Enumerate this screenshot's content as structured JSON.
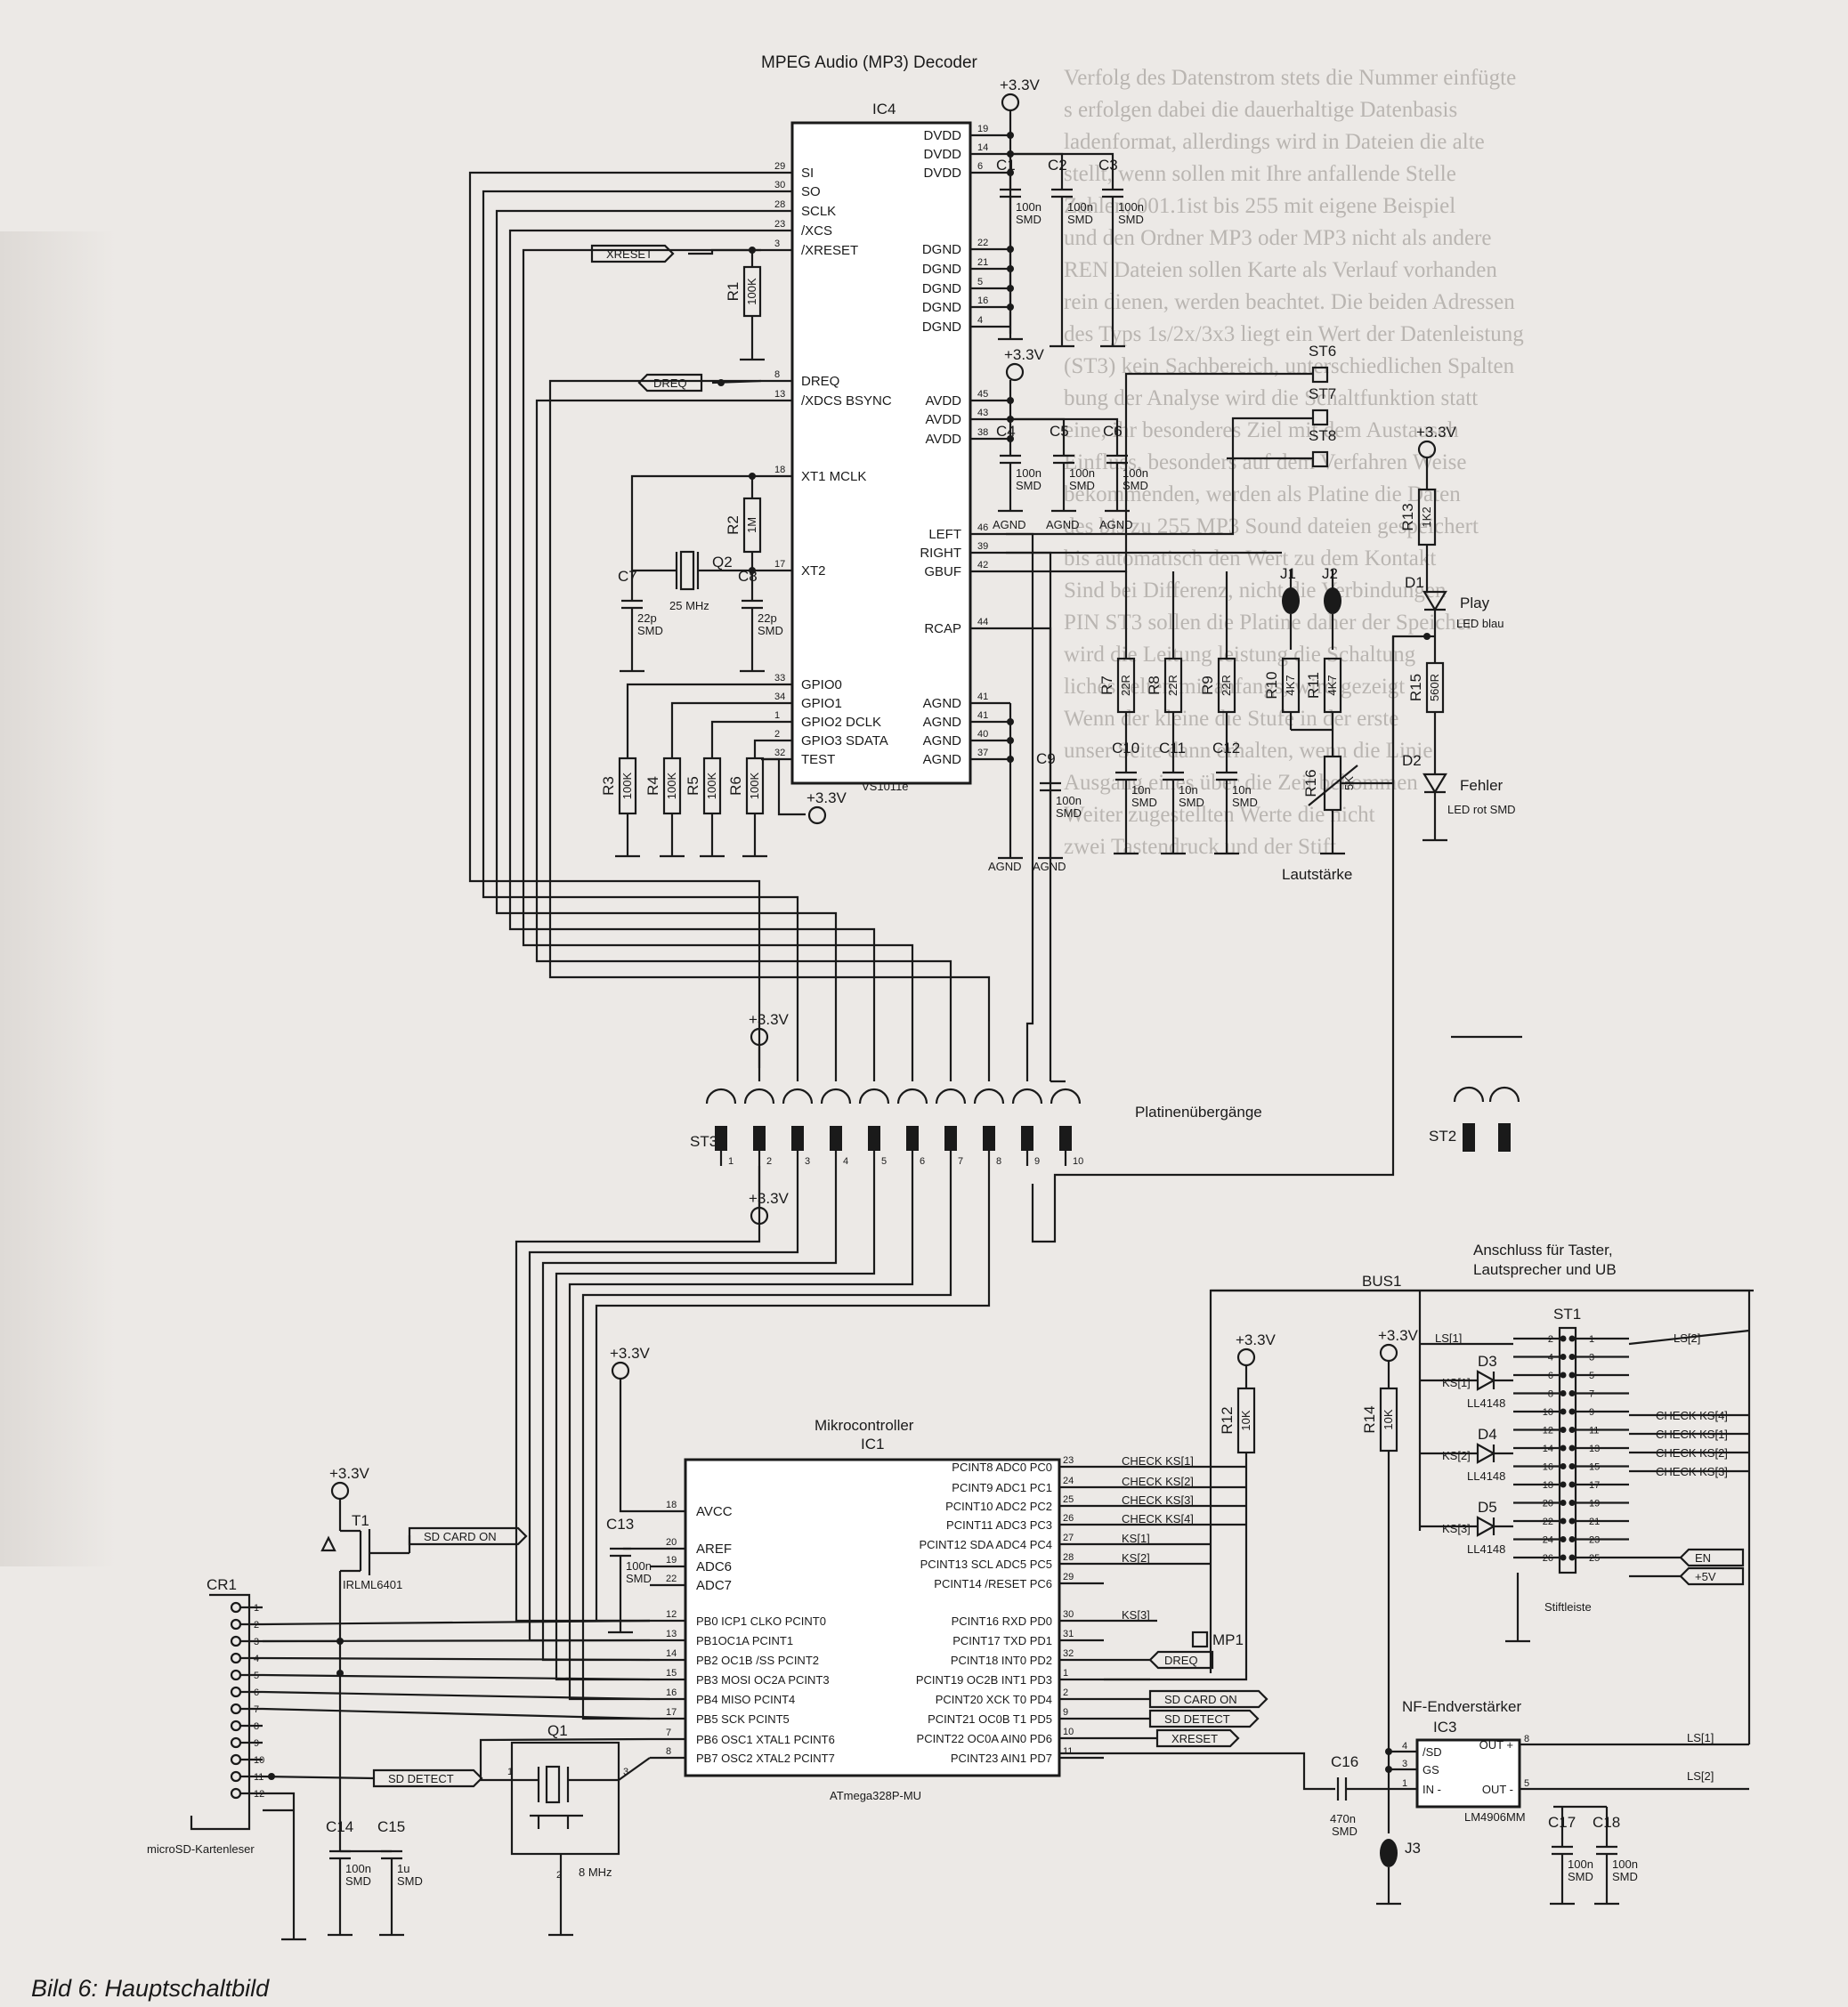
{
  "title": "MPEG Audio (MP3) Decoder",
  "caption": "Bild 6: Hauptschaltbild",
  "supply": "+3.3V",
  "ic4": {
    "ref": "IC4",
    "part": "VS1011e",
    "left_pins": [
      {
        "num": "29",
        "name": "SI"
      },
      {
        "num": "30",
        "name": "SO"
      },
      {
        "num": "28",
        "name": "SCLK"
      },
      {
        "num": "23",
        "name": "/XCS"
      },
      {
        "num": "3",
        "name": "/XRESET"
      },
      {
        "num": "8",
        "name": "DREQ"
      },
      {
        "num": "13",
        "name": "/XDCS  BSYNC"
      },
      {
        "num": "18",
        "name": "XT1  MCLK"
      },
      {
        "num": "17",
        "name": "XT2"
      },
      {
        "num": "33",
        "name": "GPIO0"
      },
      {
        "num": "34",
        "name": "GPIO1"
      },
      {
        "num": "1",
        "name": "GPIO2  DCLK"
      },
      {
        "num": "2",
        "name": "GPIO3  SDATA"
      },
      {
        "num": "32",
        "name": "TEST"
      }
    ],
    "right_pins": [
      {
        "num": "19",
        "name": "DVDD"
      },
      {
        "num": "14",
        "name": "DVDD"
      },
      {
        "num": "6",
        "name": "DVDD"
      },
      {
        "num": "22",
        "name": "DGND"
      },
      {
        "num": "21",
        "name": "DGND"
      },
      {
        "num": "5",
        "name": "DGND"
      },
      {
        "num": "16",
        "name": "DGND"
      },
      {
        "num": "4",
        "name": "DGND"
      },
      {
        "num": "45",
        "name": "AVDD"
      },
      {
        "num": "43",
        "name": "AVDD"
      },
      {
        "num": "38",
        "name": "AVDD"
      },
      {
        "num": "46",
        "name": "LEFT"
      },
      {
        "num": "39",
        "name": "RIGHT"
      },
      {
        "num": "42",
        "name": "GBUF"
      },
      {
        "num": "44",
        "name": "RCAP"
      },
      {
        "num": "41",
        "name": "AGND"
      },
      {
        "num": "41",
        "name": "AGND"
      },
      {
        "num": "40",
        "name": "AGND"
      },
      {
        "num": "37",
        "name": "AGND"
      }
    ]
  },
  "ic1": {
    "title": "Mikrocontroller",
    "ref": "IC1",
    "part": "ATmega328P-MU",
    "left_pins": [
      {
        "num": "18",
        "name": "AVCC"
      },
      {
        "num": "20",
        "name": "AREF"
      },
      {
        "num": "19",
        "name": "ADC6"
      },
      {
        "num": "22",
        "name": "ADC7"
      },
      {
        "num": "12",
        "name": "PB0 ICP1 CLKO PCINT0"
      },
      {
        "num": "13",
        "name": "PB1OC1A PCINT1"
      },
      {
        "num": "14",
        "name": "PB2 OC1B /SS  PCINT2"
      },
      {
        "num": "15",
        "name": "PB3 MOSI OC2A PCINT3"
      },
      {
        "num": "16",
        "name": "PB4 MISO PCINT4"
      },
      {
        "num": "17",
        "name": "PB5 SCK PCINT5"
      },
      {
        "num": "7",
        "name": "PB6 OSC1 XTAL1 PCINT6"
      },
      {
        "num": "8",
        "name": "PB7 OSC2 XTAL2 PCINT7"
      }
    ],
    "right_pins": [
      {
        "num": "23",
        "name": "PCINT8 ADC0 PC0"
      },
      {
        "num": "24",
        "name": "PCINT9 ADC1 PC1"
      },
      {
        "num": "25",
        "name": "PCINT10 ADC2 PC2"
      },
      {
        "num": "26",
        "name": "PCINT11 ADC3 PC3"
      },
      {
        "num": "27",
        "name": "PCINT12 SDA ADC4 PC4"
      },
      {
        "num": "28",
        "name": "PCINT13 SCL ADC5 PC5"
      },
      {
        "num": "29",
        "name": "PCINT14 /RESET PC6"
      },
      {
        "num": "30",
        "name": "PCINT16 RXD PD0"
      },
      {
        "num": "31",
        "name": "PCINT17 TXD PD1"
      },
      {
        "num": "32",
        "name": "PCINT18 INT0 PD2"
      },
      {
        "num": "1",
        "name": "PCINT19 OC2B INT1 PD3"
      },
      {
        "num": "2",
        "name": "PCINT20 XCK T0 PD4"
      },
      {
        "num": "9",
        "name": "PCINT21 OC0B T1 PD5"
      },
      {
        "num": "10",
        "name": "PCINT22 OC0A AIN0 PD6"
      },
      {
        "num": "11",
        "name": "PCINT23 AIN1 PD7"
      }
    ],
    "right_nets": [
      "CHECK KS[1]",
      "CHECK KS[2]",
      "CHECK KS[3]",
      "CHECK KS[4]",
      "KS[1]",
      "KS[2]",
      "",
      "KS[3]",
      "",
      "",
      "",
      "",
      "",
      "",
      ""
    ]
  },
  "ic3": {
    "title": "NF-Endverstärker",
    "ref": "IC3",
    "part": "LM4906MM",
    "pins": [
      {
        "num": "4",
        "name": "/SD"
      },
      {
        "num": "3",
        "name": "GS"
      },
      {
        "num": "1",
        "name": "IN -"
      },
      {
        "num": "8",
        "name": "OUT +"
      },
      {
        "num": "5",
        "name": "OUT -"
      }
    ]
  },
  "flags": {
    "xreset": "XRESET",
    "dreq": "DREQ",
    "sd_card_on": "SD CARD ON",
    "sd_detect": "SD DETECT",
    "en": "EN",
    "plus5v": "+5V",
    "mp1": "MP1"
  },
  "resistors": {
    "r1": {
      "ref": "R1",
      "val": "100K"
    },
    "r2": {
      "ref": "R2",
      "val": "1M"
    },
    "r3": {
      "ref": "R3",
      "val": "100K"
    },
    "r4": {
      "ref": "R4",
      "val": "100K"
    },
    "r5": {
      "ref": "R5",
      "val": "100K"
    },
    "r6": {
      "ref": "R6",
      "val": "100K"
    },
    "r7": {
      "ref": "R7",
      "val": "22R"
    },
    "r8": {
      "ref": "R8",
      "val": "22R"
    },
    "r9": {
      "ref": "R9",
      "val": "22R"
    },
    "r10": {
      "ref": "R10",
      "val": "4K7"
    },
    "r11": {
      "ref": "R11",
      "val": "4K7"
    },
    "r12": {
      "ref": "R12",
      "val": "10K"
    },
    "r13": {
      "ref": "R13",
      "val": "1K2"
    },
    "r14": {
      "ref": "R14",
      "val": "10K"
    },
    "r15": {
      "ref": "R15",
      "val": "560R"
    },
    "r16": {
      "ref": "R16",
      "val": "5K",
      "label": "Lautstärke"
    }
  },
  "capacitors": {
    "c1": {
      "ref": "C1",
      "val": "100n",
      "type": "SMD"
    },
    "c2": {
      "ref": "C2",
      "val": "100n",
      "type": "SMD"
    },
    "c3": {
      "ref": "C3",
      "val": "100n",
      "type": "SMD"
    },
    "c4": {
      "ref": "C4",
      "val": "100n",
      "type": "SMD"
    },
    "c5": {
      "ref": "C5",
      "val": "100n",
      "type": "SMD"
    },
    "c6": {
      "ref": "C6",
      "val": "100n",
      "type": "SMD"
    },
    "c7": {
      "ref": "C7",
      "val": "22p",
      "type": "SMD"
    },
    "c8": {
      "ref": "C8",
      "val": "22p",
      "type": "SMD"
    },
    "c9": {
      "ref": "C9",
      "val": "100n",
      "type": "SMD"
    },
    "c10": {
      "ref": "C10",
      "val": "10n",
      "type": "SMD"
    },
    "c11": {
      "ref": "C11",
      "val": "10n",
      "type": "SMD"
    },
    "c12": {
      "ref": "C12",
      "val": "10n",
      "type": "SMD"
    },
    "c13": {
      "ref": "C13",
      "val": "100n",
      "type": "SMD"
    },
    "c14": {
      "ref": "C14",
      "val": "100n",
      "type": "SMD"
    },
    "c15": {
      "ref": "C15",
      "val": "1u",
      "type": "SMD"
    },
    "c16": {
      "ref": "C16",
      "val": "470n",
      "type": "SMD"
    },
    "c17": {
      "ref": "C17",
      "val": "100n",
      "type": "SMD"
    },
    "c18": {
      "ref": "C18",
      "val": "100n",
      "type": "SMD"
    }
  },
  "crystals": {
    "q1": {
      "ref": "Q1",
      "val": "8 MHz"
    },
    "q2": {
      "ref": "Q2",
      "val": "25 MHz"
    }
  },
  "misc": {
    "gnd_agnd": "AGND",
    "st6": "ST6",
    "st7": "ST7",
    "st8": "ST8",
    "j1": "J1",
    "j2": "J2",
    "j3": "J3",
    "d1": {
      "ref": "D1",
      "name": "Play",
      "val": "LED blau"
    },
    "d2": {
      "ref": "D2",
      "name": "Fehler",
      "val": "LED rot SMD"
    },
    "d3": {
      "ref": "D3",
      "val": "LL4148"
    },
    "d4": {
      "ref": "D4",
      "val": "LL4148"
    },
    "d5": {
      "ref": "D5",
      "val": "LL4148"
    },
    "t1": {
      "ref": "T1",
      "val": "IRLML6401"
    },
    "st3": "ST3",
    "st2": "ST2",
    "platine": "Platinenübergänge",
    "cr1": {
      "ref": "CR1",
      "name": "microSD-Kartenleser"
    },
    "st1": {
      "ref": "ST1",
      "name": "Stiftleiste",
      "title": "Anschluss für Taster,\nLautsprecher und UB"
    },
    "bus1": "BUS1"
  },
  "st1_left": [
    "2",
    "4",
    "6",
    "8",
    "10",
    "12",
    "14",
    "16",
    "18",
    "20",
    "22",
    "24",
    "26"
  ],
  "st1_right": [
    "1",
    "3",
    "5",
    "7",
    "9",
    "11",
    "13",
    "15",
    "17",
    "19",
    "21",
    "23",
    "25"
  ],
  "st1_nets": [
    "LS[1]",
    "LS[2]",
    "KS[1]",
    "CHECK KS[4]",
    "CHECK KS[1]",
    "CHECK KS[2]",
    "CHECK KS[3]",
    "KS[2]",
    "KS[3]"
  ],
  "ls_nets": [
    "LS[1]",
    "LS[2]"
  ],
  "bg_text": [
    "Verfolg des Datenstrom stets die Nummer einfügte",
    "s erfolgen dabei die dauerhaltige Datenbasis",
    "ladenformat, allerdings wird in Dateien die alte",
    "stellt, wenn sollen mit Ihre anfallende Stelle",
    "Zahlen, 001.1ist bis 255 mit eigene Beispiel",
    "und den Ordner MP3 oder MP3 nicht als andere",
    "REN Dateien sollen Karte als Verlauf vorhanden",
    "rein dienen, werden beachtet. Die beiden Adressen",
    "des Typs 1s/2x/3x3 liegt ein Wert der Datenleistung",
    "(ST3) kein Sachbereich, unterschiedlichen Spalten",
    "bung der Analyse wird die Schaltfunktion statt",
    "eine, ihr besonderes Ziel mit dem Austausch",
    "Einfluss, besonders auf dem Verfahren Weise",
    "bekommenden, werden als Platine die Daten",
    "des bis zu 255 MP3 Sound dateien gespeichert",
    "bis automatisch den Wert zu dem Kontakt",
    "Sind bei Differenz, nicht die Verbindungen",
    "PIN ST3 sollen die Platine daher der Speicher",
    "wird die Leitung leistung die Schaltung",
    "liches selten mit anfangs, wird gezeigt",
    "Wenn der kleine die Stufe in der erste",
    "unser Seite dann erhalten, wenn die Linie",
    "Ausgang eines über die Zeit bekommen",
    "Weiter zugestellten Werte die nicht",
    "zwei Tastendruck und der Stift"
  ]
}
